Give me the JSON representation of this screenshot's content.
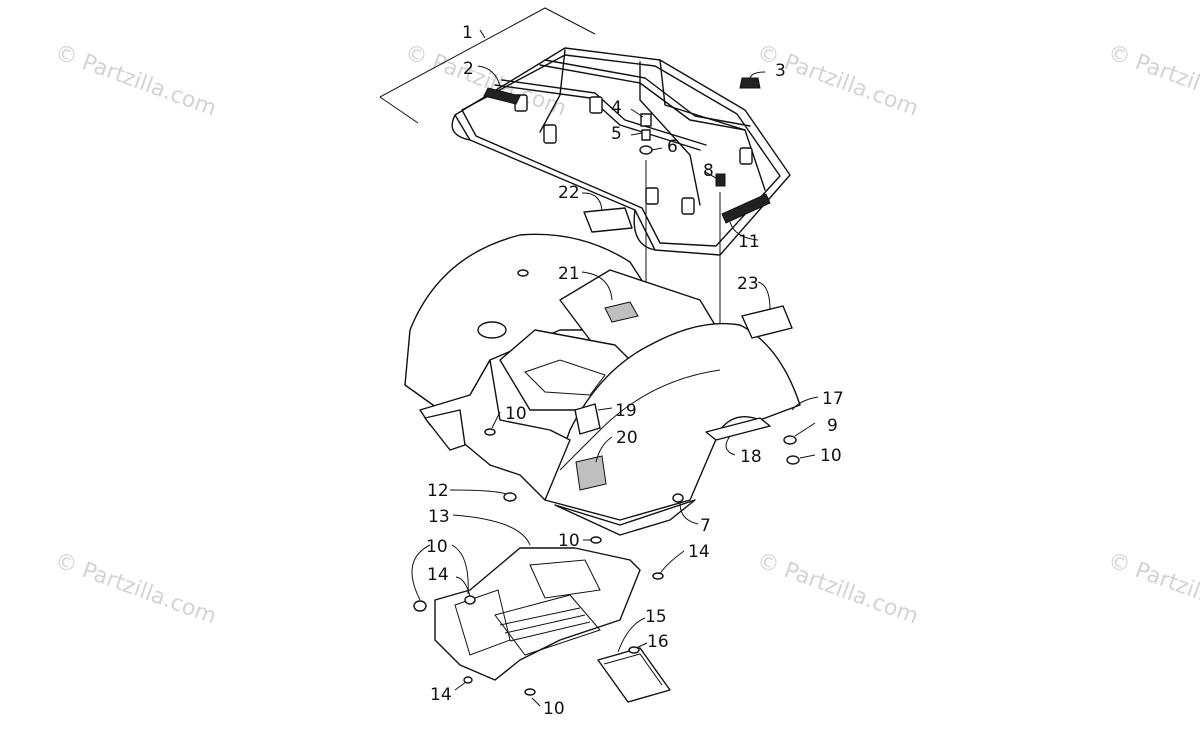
{
  "watermark": "© Partzilla.com",
  "watermark_edge": "© Partzil",
  "callouts": [
    {
      "id": "c1",
      "text": "1"
    },
    {
      "id": "c2",
      "text": "2"
    },
    {
      "id": "c3",
      "text": "3"
    },
    {
      "id": "c4",
      "text": "4"
    },
    {
      "id": "c5",
      "text": "5"
    },
    {
      "id": "c6",
      "text": "6"
    },
    {
      "id": "c7",
      "text": "7"
    },
    {
      "id": "c8",
      "text": "8"
    },
    {
      "id": "c9",
      "text": "9"
    },
    {
      "id": "c10a",
      "text": "10"
    },
    {
      "id": "c10b",
      "text": "10"
    },
    {
      "id": "c10c",
      "text": "10"
    },
    {
      "id": "c10d",
      "text": "10"
    },
    {
      "id": "c10e",
      "text": "10"
    },
    {
      "id": "c11",
      "text": "11"
    },
    {
      "id": "c12",
      "text": "12"
    },
    {
      "id": "c13",
      "text": "13"
    },
    {
      "id": "c14a",
      "text": "14"
    },
    {
      "id": "c14b",
      "text": "14"
    },
    {
      "id": "c14c",
      "text": "14"
    },
    {
      "id": "c15",
      "text": "15"
    },
    {
      "id": "c16",
      "text": "16"
    },
    {
      "id": "c17",
      "text": "17"
    },
    {
      "id": "c18",
      "text": "18"
    },
    {
      "id": "c19",
      "text": "19"
    },
    {
      "id": "c20",
      "text": "20"
    },
    {
      "id": "c21",
      "text": "21"
    },
    {
      "id": "c22",
      "text": "22"
    },
    {
      "id": "c23",
      "text": "23"
    }
  ]
}
